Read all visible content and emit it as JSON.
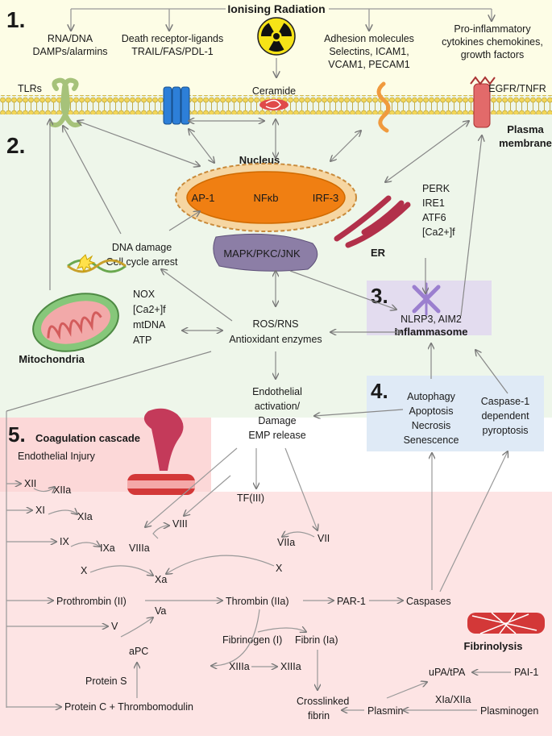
{
  "sections": {
    "s1": {
      "num": "1.",
      "title": "Ionising Radiation"
    },
    "s2": {
      "num": "2."
    },
    "s3": {
      "num": "3."
    },
    "s4": {
      "num": "4."
    },
    "s5": {
      "num": "5.",
      "title": "Coagulation cascade"
    }
  },
  "top_targets": {
    "rna_dna": [
      "RNA/DNA",
      "DAMPs/alarmins"
    ],
    "death_receptor": [
      "Death receptor-ligands",
      "TRAIL/FAS/PDL-1"
    ],
    "adhesion": [
      "Adhesion molecules",
      "Selectins, ICAM1,",
      "VCAM1, PECAM1"
    ],
    "cytokines": [
      "Pro-inflammatory",
      "cytokines chemokines,",
      "growth factors"
    ]
  },
  "membrane": {
    "tlrs": "TLRs",
    "ceramide": "Ceramide",
    "egfr": "EGFR/TNFR",
    "label": [
      "Plasma",
      "membrane"
    ]
  },
  "nucleus": {
    "title": "Nucleus",
    "factors": [
      "AP-1",
      "NFκb",
      "IRF-3"
    ]
  },
  "er": {
    "label": "ER",
    "items": [
      "PERK",
      "IRE1",
      "ATF6",
      "[Ca2+]f"
    ]
  },
  "mapk": "MAPK/PKC/JNK",
  "dna_damage": [
    "DNA damage",
    "Cell cycle arrest"
  ],
  "mitochondria": {
    "label": "Mitochondria",
    "items": [
      "NOX",
      "[Ca2+]f",
      "mtDNA",
      "ATP"
    ]
  },
  "ros": [
    "ROS/RNS",
    "Antioxidant enzymes"
  ],
  "inflammasome": {
    "items": "NLRP3, AIM2",
    "title": "Inflammasome"
  },
  "cell_death": {
    "left": [
      "Autophagy",
      "Apoptosis",
      "Necrosis",
      "Senescence"
    ],
    "right": [
      "Caspase-1",
      "dependent",
      "pyroptosis"
    ]
  },
  "endothelial": [
    "Endothelial",
    "activation/",
    "Damage",
    "EMP release"
  ],
  "coag": {
    "injury": "Endothelial Injury",
    "XII": "XII",
    "XIIa": "XIIa",
    "XI": "XI",
    "XIa": "XIa",
    "IX": "IX",
    "IXa": "IXa",
    "VIII": "VIII",
    "VIIIa": "VIIIa",
    "X1": "X",
    "X2": "X",
    "Xa": "Xa",
    "TF": "TF(III)",
    "VII": "VII",
    "VIIa": "VIIa",
    "prothrombin": "Prothrombin (II)",
    "Va": "Va",
    "V": "V",
    "thrombin": "Thrombin (IIa)",
    "par1": "PAR-1",
    "caspases": "Caspases",
    "fibrinogen": "Fibrinogen (I)",
    "fibrin": "Fibrin (Ia)",
    "XIIIa1": "XIIIa",
    "XIIIa2": "XIIIa",
    "crosslinked": [
      "Crosslinked",
      "fibrin"
    ],
    "aPC": "aPC",
    "proteinS": "Protein S",
    "proteinC": "Protein C + Thrombomodulin"
  },
  "fibrinolysis": {
    "title": "Fibrinolysis",
    "upa": "uPA/tPA",
    "pai": "PAI-1",
    "plasmin": "Plasmin",
    "xia_xiia": "XIa/XIIa",
    "plasminogen": "Plasminogen"
  }
}
